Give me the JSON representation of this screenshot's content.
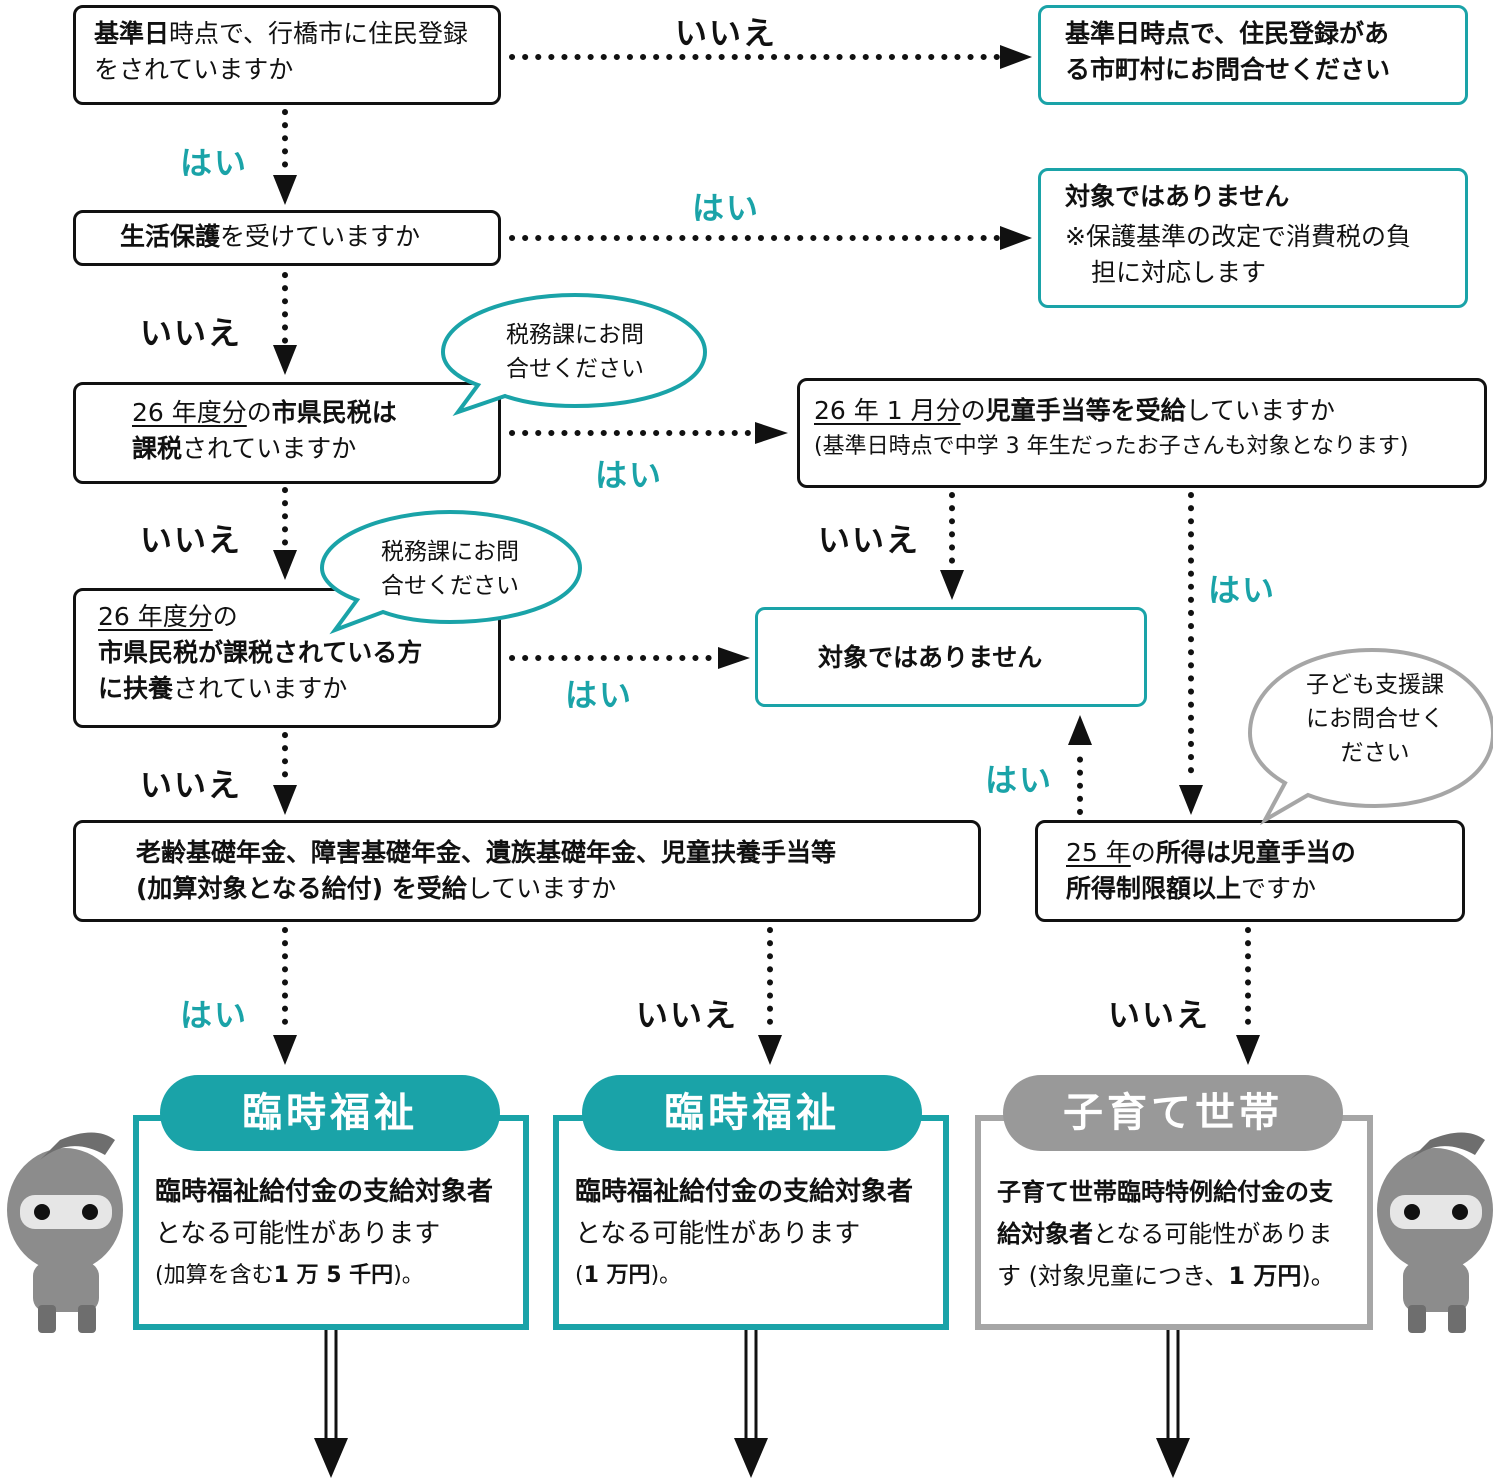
{
  "colors": {
    "teal": "#1aa3a8",
    "gray": "#999999",
    "border": "#111111"
  },
  "q1": {
    "bold": "基準日",
    "rest": "時点で、行橋市に住民登録をされていますか"
  },
  "r1": {
    "line1": "基準日時点で、住民登録があ",
    "line2": "る市町村にお問合せください"
  },
  "q2": {
    "bold": "生活保護",
    "rest": "を受けていますか"
  },
  "r2": {
    "title": "対象ではありません",
    "note1": "※保護基準の改定で消費税の負",
    "note2": "担に対応します"
  },
  "q3": {
    "u": "26 年度分",
    "mid": "の",
    "bold1": "市県民税は",
    "bold2": "課税",
    "rest": "されていますか"
  },
  "q4": {
    "u": "26 年 1 月分",
    "mid": "の",
    "bold": "児童手当等を受給",
    "rest": "していますか",
    "note": "(基準日時点で中学 3 年生だったお子さんも対象となります)"
  },
  "q5": {
    "u": "26 年度分",
    "mid": "の",
    "bold1": "市県民税が課税されている方",
    "bold2": "に扶養",
    "rest": "されていますか"
  },
  "r5": {
    "text": "対象ではありません"
  },
  "q6": {
    "line1": "老齢基礎年金、障害基礎年金、遺族基礎年金、児童扶養手当等",
    "bold2": "(加算対象となる給付) を受給",
    "rest2": "していますか"
  },
  "q7": {
    "u": "25 年",
    "mid": "の",
    "bold1": "所得は児童手当の",
    "bold2": "所得制限額以上",
    "rest": "ですか"
  },
  "bubbles": {
    "b1": {
      "line1": "税務課にお問",
      "line2": "合せください"
    },
    "b2": {
      "line1": "税務課にお問",
      "line2": "合せください"
    },
    "b3": {
      "line1": "子ども支援課",
      "line2": "にお問合せく",
      "line3": "ださい"
    }
  },
  "labels": {
    "yes": "はい",
    "no": "いいえ"
  },
  "results": {
    "res1": {
      "tab": "臨時福祉",
      "bold": "臨時福祉給付金の支給対象者",
      "rest": "となる可能性があります",
      "note_pre": "(加算を含む",
      "note_bold": "1 万 5 千円",
      "note_post": ")。"
    },
    "res2": {
      "tab": "臨時福祉",
      "bold": "臨時福祉給付金の支給対象者",
      "rest": "となる可能性があります",
      "note_pre": "(",
      "note_bold": "1 万円",
      "note_post": ")。"
    },
    "res3": {
      "tab": "子育て世帯",
      "bold": "子育て世帯臨時特例給付金の支給対象者",
      "rest": "となる可能性があります (対象児童につき、",
      "note_bold": "1 万円",
      "note_post": ")。"
    }
  }
}
